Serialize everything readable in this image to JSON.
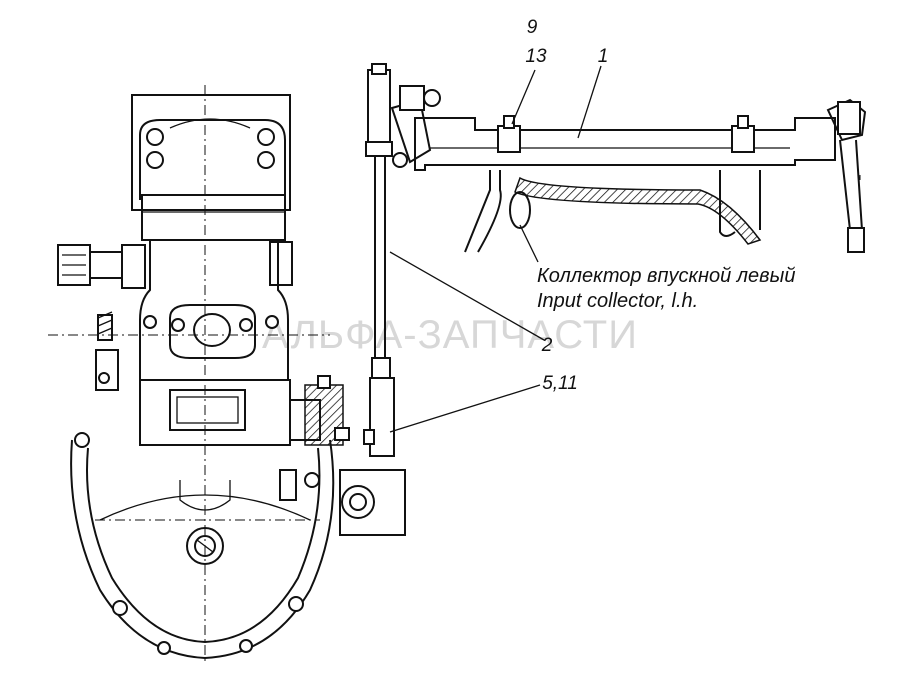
{
  "watermark": "АЛЬФА-ЗАПЧАСТИ",
  "callouts": {
    "item_9": "9",
    "item_13": "13",
    "item_1": "1",
    "item_2": "2",
    "item_5_11": "5,11"
  },
  "caption": {
    "ru": "Коллектор впускной левый",
    "en": "Input collector, l.h."
  }
}
